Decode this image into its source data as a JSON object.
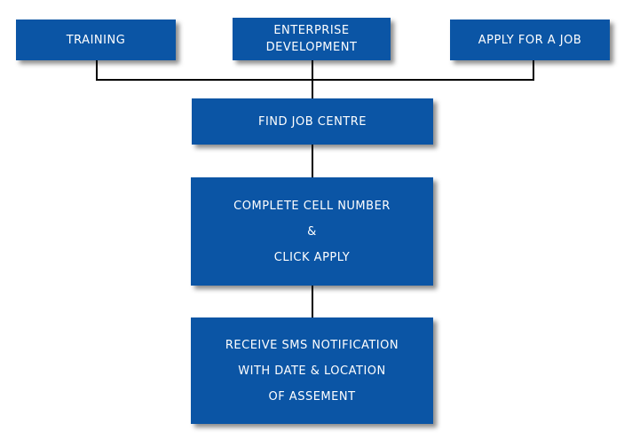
{
  "diagram": {
    "type": "flowchart",
    "colors": {
      "background": "#ffffff",
      "node_fill": "#0b55a5",
      "node_text": "#ffffff",
      "connector": "#000000"
    },
    "nodes": {
      "training": {
        "label": "TRAINING"
      },
      "enterprise_development": {
        "lines": [
          "ENTERPRISE",
          "DEVELOPMENT"
        ]
      },
      "apply_for_a_job": {
        "label": "APPLY FOR A JOB"
      },
      "find_job_centre": {
        "label": "FIND JOB CENTRE"
      },
      "complete_cell_number": {
        "lines": [
          "COMPLETE CELL NUMBER",
          "&",
          "CLICK APPLY"
        ]
      },
      "receive_sms": {
        "lines": [
          "RECEIVE SMS NOTIFICATION",
          "WITH DATE & LOCATION",
          "OF ASSEMENT"
        ]
      }
    },
    "flow": [
      "TRAINING / ENTERPRISE DEVELOPMENT / APPLY FOR A JOB -> FIND JOB CENTRE",
      "FIND JOB CENTRE -> COMPLETE CELL NUMBER & CLICK APPLY",
      "COMPLETE CELL NUMBER & CLICK APPLY -> RECEIVE SMS NOTIFICATION WITH DATE & LOCATION OF ASSEMENT"
    ]
  }
}
